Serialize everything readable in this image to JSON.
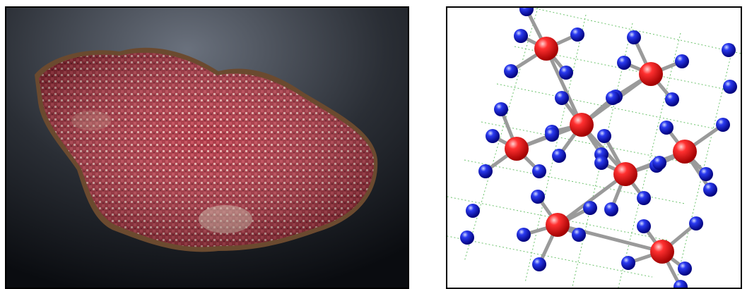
{
  "figure": {
    "panels": [
      {
        "name": "mineral-specimen-photo",
        "content": "photograph"
      },
      {
        "name": "crystal-structure-model",
        "content": "ball-and-stick"
      }
    ],
    "colors": {
      "photo_background_top": "#5c6370",
      "photo_background_bottom": "#0c0e12",
      "mineral_red": "#b53a4a",
      "mineral_highlight": "#e7b7b0",
      "matrix_brown": "#7a5638",
      "central_atom": "#e01414",
      "ligand_atom": "#1a1ae6",
      "bond": "#9a9a9a",
      "cell_edge": "#6dc36d"
    }
  }
}
